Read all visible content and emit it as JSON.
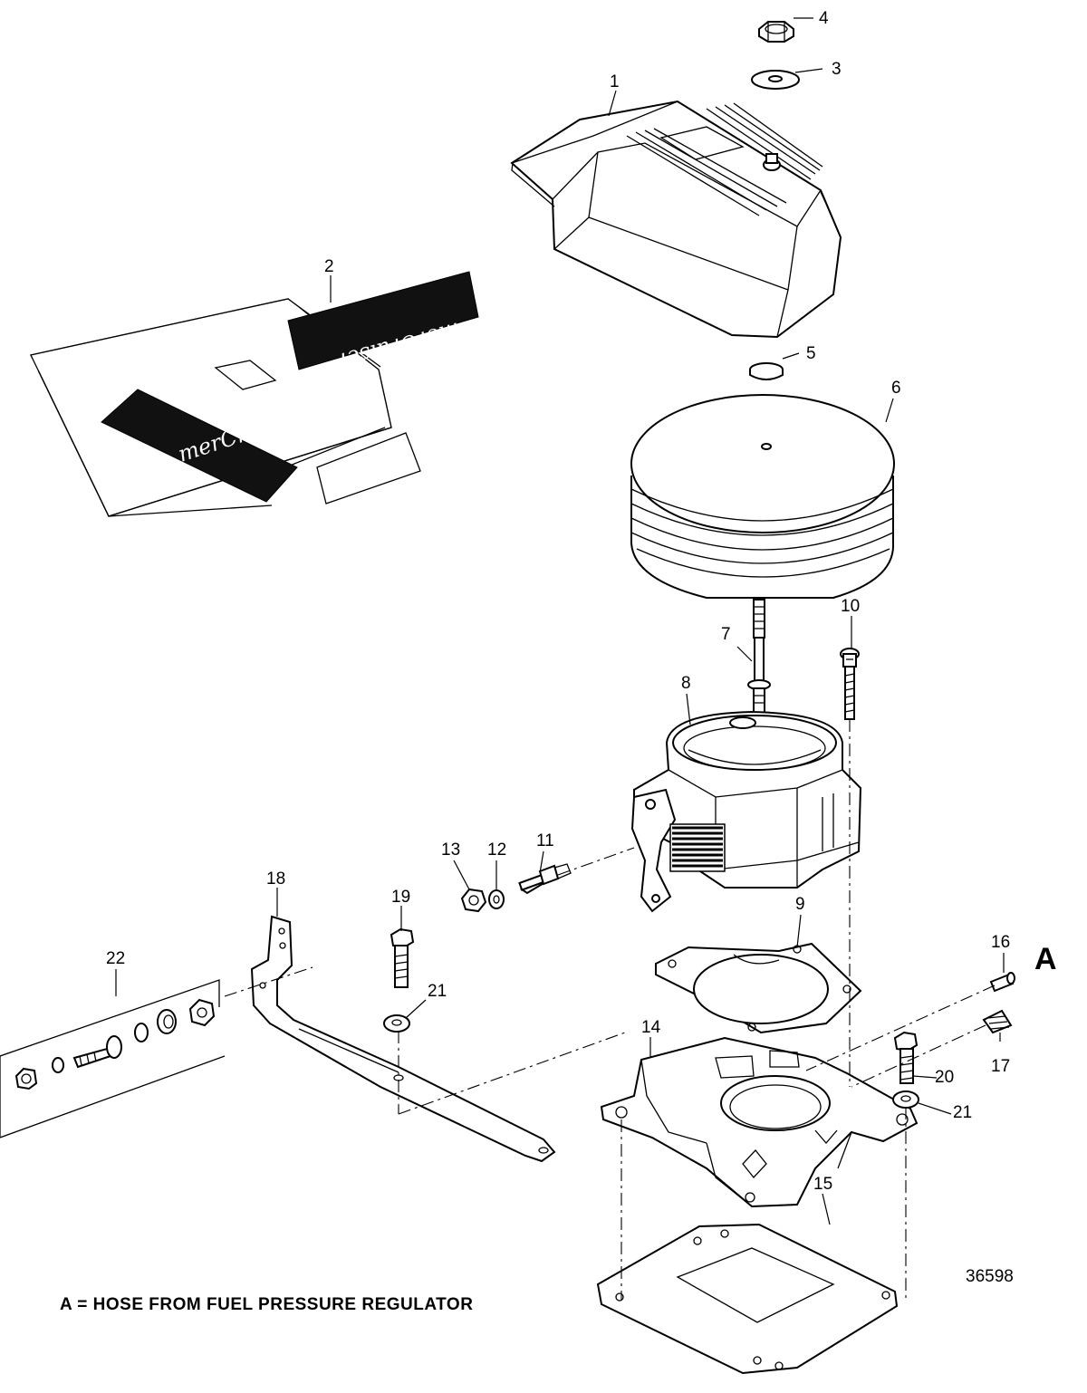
{
  "callouts": [
    {
      "id": "1",
      "label": "1",
      "part": "flame-arrestor-cover"
    },
    {
      "id": "2",
      "label": "2",
      "part": "decal-set"
    },
    {
      "id": "3",
      "label": "3",
      "part": "washer"
    },
    {
      "id": "4",
      "label": "4",
      "part": "nut"
    },
    {
      "id": "5",
      "label": "5",
      "part": "grommet"
    },
    {
      "id": "6",
      "label": "6",
      "part": "flame-arrestor"
    },
    {
      "id": "7",
      "label": "7",
      "part": "stud"
    },
    {
      "id": "8",
      "label": "8",
      "part": "throttle-body"
    },
    {
      "id": "9",
      "label": "9",
      "part": "gasket"
    },
    {
      "id": "10",
      "label": "10",
      "part": "screw"
    },
    {
      "id": "11",
      "label": "11",
      "part": "stud"
    },
    {
      "id": "12",
      "label": "12",
      "part": "washer"
    },
    {
      "id": "13",
      "label": "13",
      "part": "nut"
    },
    {
      "id": "14",
      "label": "14",
      "part": "adaptor-plate"
    },
    {
      "id": "15",
      "label": "15",
      "part": "gasket"
    },
    {
      "id": "16",
      "label": "16",
      "part": "fitting"
    },
    {
      "id": "17",
      "label": "17",
      "part": "plug"
    },
    {
      "id": "18",
      "label": "18",
      "part": "bracket"
    },
    {
      "id": "19",
      "label": "19",
      "part": "screw"
    },
    {
      "id": "20",
      "label": "20",
      "part": "screw"
    },
    {
      "id": "21a",
      "label": "21",
      "part": "washer"
    },
    {
      "id": "21b",
      "label": "21",
      "part": "washer"
    },
    {
      "id": "22",
      "label": "22",
      "part": "hardware-kit"
    }
  ],
  "hose_marker": "A",
  "legend_note": "A = HOSE FROM FUEL PRESSURE REGULATOR",
  "figure_number": "36598",
  "decal_text": "merCruiser"
}
